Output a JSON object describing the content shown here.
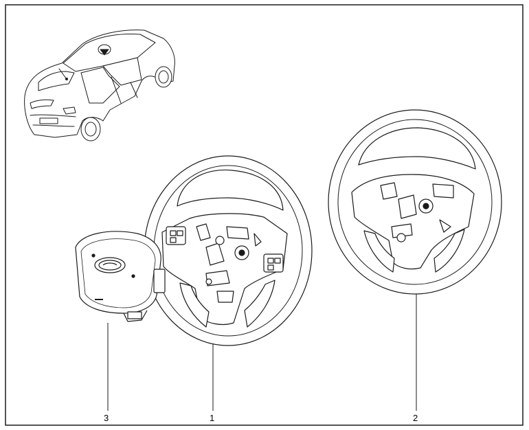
{
  "callouts": [
    {
      "id": "airbag",
      "label": "3"
    },
    {
      "id": "wheel-with-controls",
      "label": "1"
    },
    {
      "id": "wheel-plain",
      "label": "2"
    }
  ],
  "colors": {
    "line": "#1a1a1a",
    "light": "#888888",
    "fill": "#ffffff"
  }
}
